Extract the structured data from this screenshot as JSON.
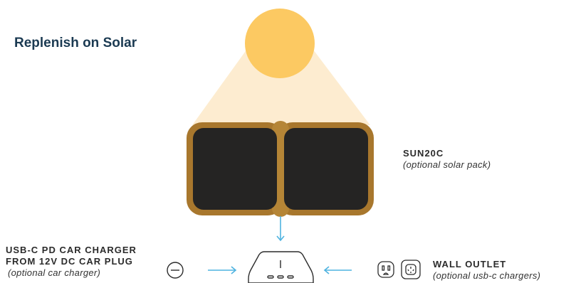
{
  "heading": "Replenish on Solar",
  "solar_pack": {
    "name": "SUN20C",
    "note": "(optional solar pack)"
  },
  "car_charger": {
    "line1": "USB-C PD CAR CHARGER",
    "line2": "FROM 12V DC CAR PLUG",
    "note": "(optional car charger)"
  },
  "wall_outlet": {
    "name": "WALL OUTLET",
    "note": "(optional usb-c chargers)"
  },
  "colors": {
    "sun": "#fcc962",
    "light_beam": "#fdecd0",
    "panel_frame": "#a8772d",
    "panel_cell": "#252423",
    "arrow": "#4fb3e0",
    "device_stroke": "#2b2b2b",
    "heading": "#1b3a52"
  },
  "icons": [
    "sun-icon",
    "solar-panel-icon",
    "power-bank-icon",
    "car-plug-icon",
    "us-outlet-icon",
    "universal-outlet-icon"
  ]
}
